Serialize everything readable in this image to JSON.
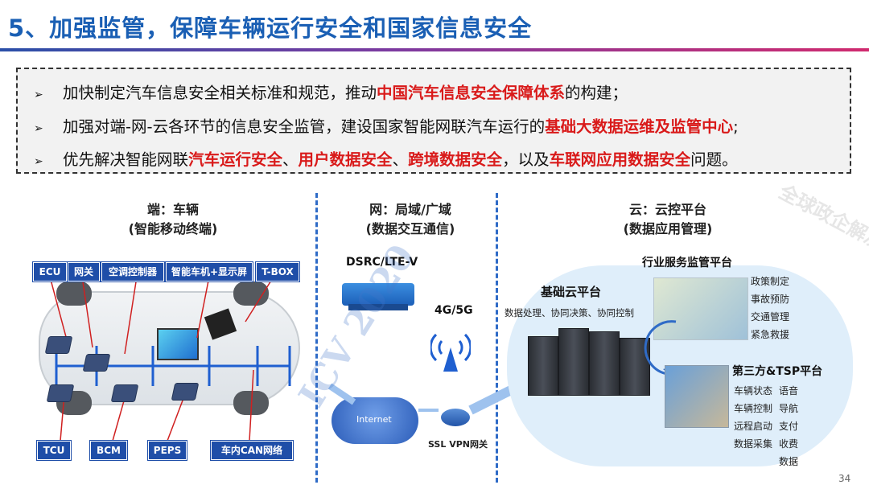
{
  "title": "5、加强监管，保障车辆运行安全和国家信息安全",
  "bullets": [
    {
      "marker": "➢",
      "parts": [
        "加快制定汽车信息安全相关标准和规范，推动",
        "中国汽车信息安全保障体系",
        "的构建；"
      ]
    },
    {
      "marker": "➢",
      "parts": [
        "加强对端-网-云各环节的信息安全监管，建设国家智能网联汽车运行的",
        "基础大数据运维及监管中心",
        ";"
      ]
    },
    {
      "marker": "➢",
      "parts": [
        "优先解决智能网联",
        "汽车运行安全",
        "、",
        "用户数据安全",
        "、",
        "跨境数据安全",
        "，以及",
        "车联网应用数据安全",
        "问题。"
      ]
    }
  ],
  "sections": {
    "terminal": {
      "title": "端：车辆",
      "subtitle": "(智能移动终端)"
    },
    "network": {
      "title": "网：局域/广域",
      "subtitle": "(数据交互通信)"
    },
    "cloud": {
      "title": "云：云控平台",
      "subtitle": "(数据应用管理)"
    }
  },
  "car_tags_top": [
    "ECU",
    "网关",
    "空调控制器",
    "智能车机+显示屏",
    "T-BOX"
  ],
  "car_tags_bottom": [
    "TCU",
    "BCM",
    "PEPS",
    "车内CAN网络"
  ],
  "network_labels": {
    "dsrc": "DSRC/LTE-V",
    "cellular": "4G/5G",
    "internet": "Internet",
    "vpn": "SSL VPN网关"
  },
  "base_cloud": {
    "title": "基础云平台",
    "desc": "数据处理、协同决策、协同控制"
  },
  "industry_platform": {
    "title": "行业服务监管平台",
    "items": [
      "政策制定",
      "事故预防",
      "交通管理",
      "紧急救援"
    ]
  },
  "third_party": {
    "title": "第三方&TSP平台",
    "col1": [
      "车辆状态",
      "车辆控制",
      "远程启动",
      "数据采集"
    ],
    "col2": [
      "语音",
      "导航",
      "支付",
      "收费",
      "数据"
    ]
  },
  "watermarks": [
    "全球政企解决方案",
    "ICV 2020"
  ],
  "page_number": "34",
  "colors": {
    "title_blue": "#1a5fb4",
    "highlight_red": "#d91a1a",
    "tag_blue": "#1f4ea8",
    "divider_blue": "#2f6bc7"
  }
}
